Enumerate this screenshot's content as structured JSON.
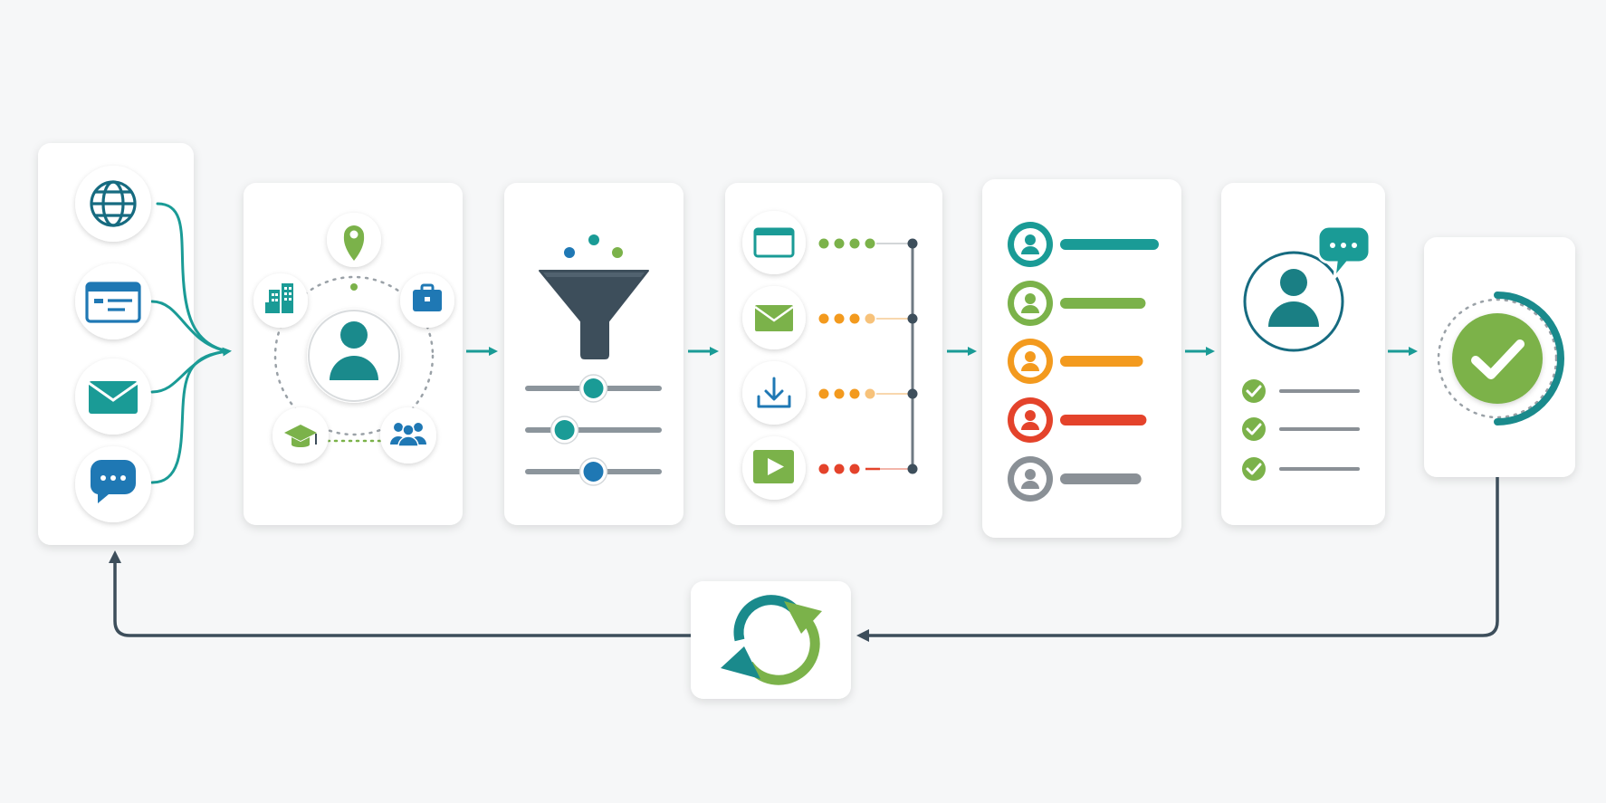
{
  "colors": {
    "teal": "#1a9b96",
    "dark_teal": "#166b80",
    "blue": "#1f78b4",
    "green": "#7bb24a",
    "orange": "#f39a1e",
    "red": "#e4432b",
    "gray": "#8a9096",
    "slate": "#3d4e5b"
  },
  "stages": [
    {
      "name": "lead-sources",
      "icons": [
        "globe-icon",
        "web-form-icon",
        "email-icon",
        "chat-icon"
      ]
    },
    {
      "name": "lead-profile",
      "icons": [
        "person-icon",
        "location-pin-icon",
        "building-icon",
        "briefcase-icon",
        "graduation-cap-icon",
        "group-icon"
      ]
    },
    {
      "name": "lead-filtering",
      "icons": [
        "funnel-icon"
      ],
      "sliders": [
        0.5,
        0.28,
        0.5
      ]
    },
    {
      "name": "engagement-tracking",
      "icons": [
        "browser-icon",
        "email-icon",
        "download-icon",
        "video-icon"
      ]
    },
    {
      "name": "lead-scoring",
      "levels": [
        "teal",
        "green",
        "orange",
        "red",
        "gray"
      ],
      "bar_fill": [
        1.0,
        0.85,
        0.82,
        0.86,
        0.8
      ]
    },
    {
      "name": "sales-handoff",
      "icons": [
        "person-icon",
        "chat-icon"
      ],
      "checklist_count": 3
    },
    {
      "name": "conversion",
      "icons": [
        "checkmark-icon"
      ]
    }
  ],
  "loop": {
    "icons": [
      "refresh-icon"
    ]
  }
}
